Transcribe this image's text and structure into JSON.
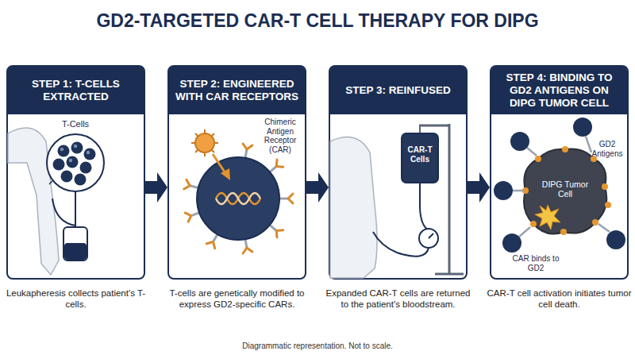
{
  "diagram": {
    "title": "GD2-TARGETED CAR-T CELL THERAPY FOR DIPG",
    "caption": "Diagrammatic representation. Not to scale.",
    "nodes": [
      {
        "text": [
          "STEP 1: T-CELLS EXTRACTED",
          "Leukapheresis collects patient's T-cells."
        ]
      },
      {
        "text": [
          "STEP 2: ENGINEERED WITH CAR RECEPTORS",
          "T-cells are genetically modified to express GD2-specific CARs."
        ]
      },
      {
        "text": [
          "STEP 3: REINFUSED",
          "Expanded CAR-T cells are returned to the patient's bloodstream."
        ]
      },
      {
        "text": [
          "STEP 4: BINDING TO GD2 ANTIGENS ON DIPG TUMOR CELL",
          "CAR-T cell activation initiates tumor cell death."
        ]
      }
    ],
    "edges": [
      {
        "from": 0,
        "to": 1,
        "arrow": "to"
      },
      {
        "from": 1,
        "to": 2,
        "arrow": "to"
      },
      {
        "from": 2,
        "to": 3,
        "arrow": "to"
      }
    ],
    "labels": [
      "T-Cells",
      "Chimeric Antigen Receptor (CAR)",
      "CAR-T Cells",
      "GD2 Antigens",
      "DIPG Tumor Cell",
      "CAR binds to GD2"
    ]
  }
}
